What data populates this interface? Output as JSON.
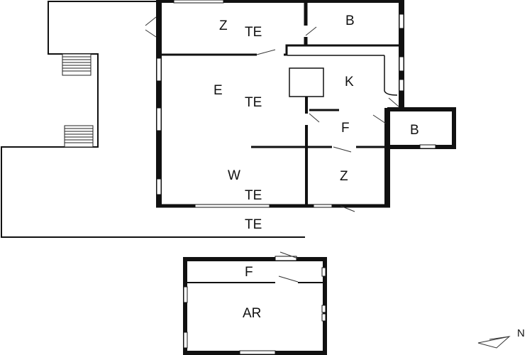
{
  "plan": {
    "type": "floor plan",
    "background": "#ffffff",
    "wall_color": "#111111",
    "rooms": [
      {
        "id": "z1",
        "label": "Z"
      },
      {
        "id": "te1",
        "label": "TE"
      },
      {
        "id": "b1",
        "label": "B"
      },
      {
        "id": "e",
        "label": "E"
      },
      {
        "id": "te2",
        "label": "TE"
      },
      {
        "id": "k",
        "label": "K"
      },
      {
        "id": "f1",
        "label": "F"
      },
      {
        "id": "b2",
        "label": "B"
      },
      {
        "id": "w",
        "label": "W"
      },
      {
        "id": "te3",
        "label": "TE"
      },
      {
        "id": "z2",
        "label": "Z"
      },
      {
        "id": "te4",
        "label": "TE"
      },
      {
        "id": "f2",
        "label": "F"
      },
      {
        "id": "ar",
        "label": "AR"
      }
    ],
    "compass": {
      "label": "N",
      "icon": "north-arrow-icon"
    }
  }
}
